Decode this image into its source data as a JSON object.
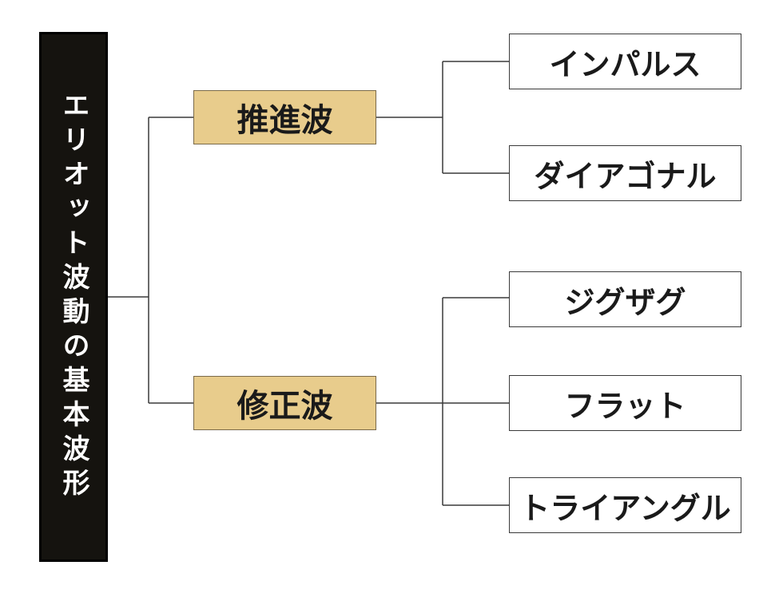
{
  "root": {
    "label": "エリオット波動の基本波形"
  },
  "categories": [
    {
      "label": "推進波",
      "children": [
        "インパルス",
        "ダイアゴナル"
      ]
    },
    {
      "label": "修正波",
      "children": [
        "ジグザグ",
        "フラット",
        "トライアングル"
      ]
    }
  ],
  "colors": {
    "root_bg": "#15130f",
    "category_bg": "#e8cc8c",
    "leaf_bg": "#ffffff",
    "connector": "#3a3a3a"
  }
}
